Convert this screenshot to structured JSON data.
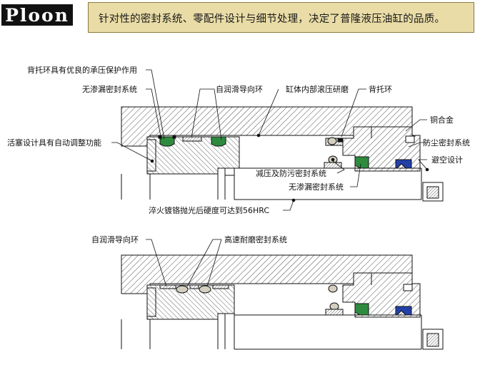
{
  "header": {
    "logo_text": "Ploon",
    "banner": "针对性的密封系统、零配件设计与细节处理，决定了普隆液压油缸的品质。"
  },
  "diagram_top": {
    "labels": {
      "backup_ring_pressure": "背托环具有优良的承压保护作用",
      "no_leak_left": "无渗漏密封系统",
      "self_lube_guide": "自润滑导向环",
      "bore_roll": "缸体内部滚压研磨",
      "backup_ring": "背托环",
      "copper_alloy": "铜合金",
      "dust_seal": "防尘密封系统",
      "piston_auto": "活塞设计具有自动调整功能",
      "relief_design": "避空设计",
      "pressure_relief": "减压及防污密封系统",
      "no_leak_right": "无渗漏密封系统",
      "chrome": "淬火镀铬抛光后硬度可达到56HRC"
    }
  },
  "diagram_bottom": {
    "labels": {
      "self_lube_guide": "自润滑导向环",
      "high_speed": "高速耐磨密封系统"
    }
  },
  "colors": {
    "banner_bg": "#e9dca6",
    "seal_green": "#2e8b3e",
    "seal_blue": "#2340a8",
    "oring_fill": "#d4cfc0"
  }
}
